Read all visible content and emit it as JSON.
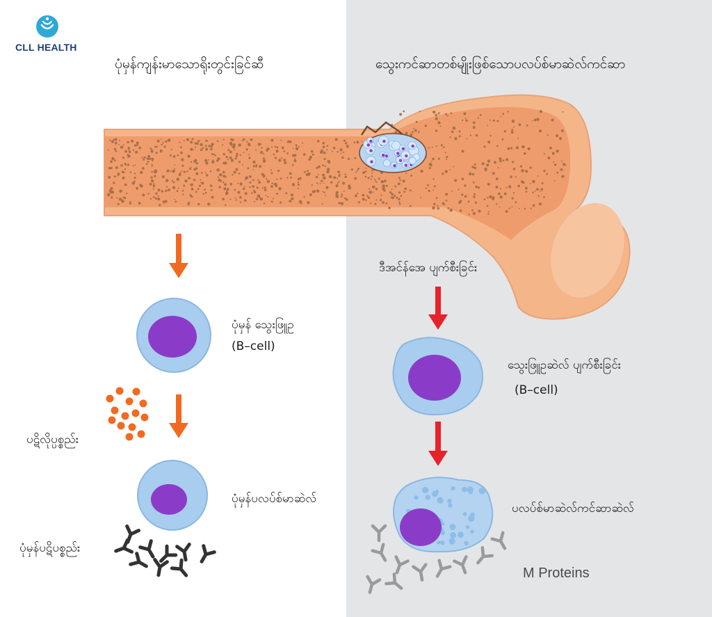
{
  "brand": {
    "name": "CLL HEALTH",
    "logo_color": "#2fa8d8",
    "text_color": "#1c3f7a"
  },
  "colors": {
    "right_panel_bg": "#e4e5e7",
    "bone": "#f4b589",
    "bone_edge": "#e89a6a",
    "spots": "#a9714a",
    "normal_arrow": "#f26a21",
    "cancer_arrow": "#e8212a",
    "cell": "#a9cdee",
    "nucleus": "#8a3cc8",
    "antibody": "#333333",
    "m_protein": "#9a9a9a"
  },
  "left": {
    "heading": "ပုံမှန်ကျန်းမာသောရိုးတွင်းခြင်ဆီ",
    "bcell_label": "ပုံမှန် သွေးဖြူဥ",
    "bcell_sub": "(B–cell)",
    "antigen_label": "ပဋိလိုပ္ပစ္စည်း",
    "plasma_label": "ပုံမှန်ပလပ်စ်မာဆဲလ်",
    "antibody_label": "ပုံမှန်ပဋိပစ္စည်း"
  },
  "right": {
    "heading": "သွေးကင်ဆာတစ်မျိုးဖြစ်သောပလပ်စ်မာဆဲလ်ကင်ဆာ",
    "dna_label": "ဒီအင်န်အေ ပျက်စီးခြင်း",
    "damaged_label": "သွေးဖြူဥဆဲလ် ပျက်စီးခြင်း",
    "damaged_sub": "(B–cell)",
    "cancer_label": "ပလပ်စ်မာဆဲလ်ကင်ဆာဆဲလ်",
    "mprotein_label": "M Proteins"
  }
}
